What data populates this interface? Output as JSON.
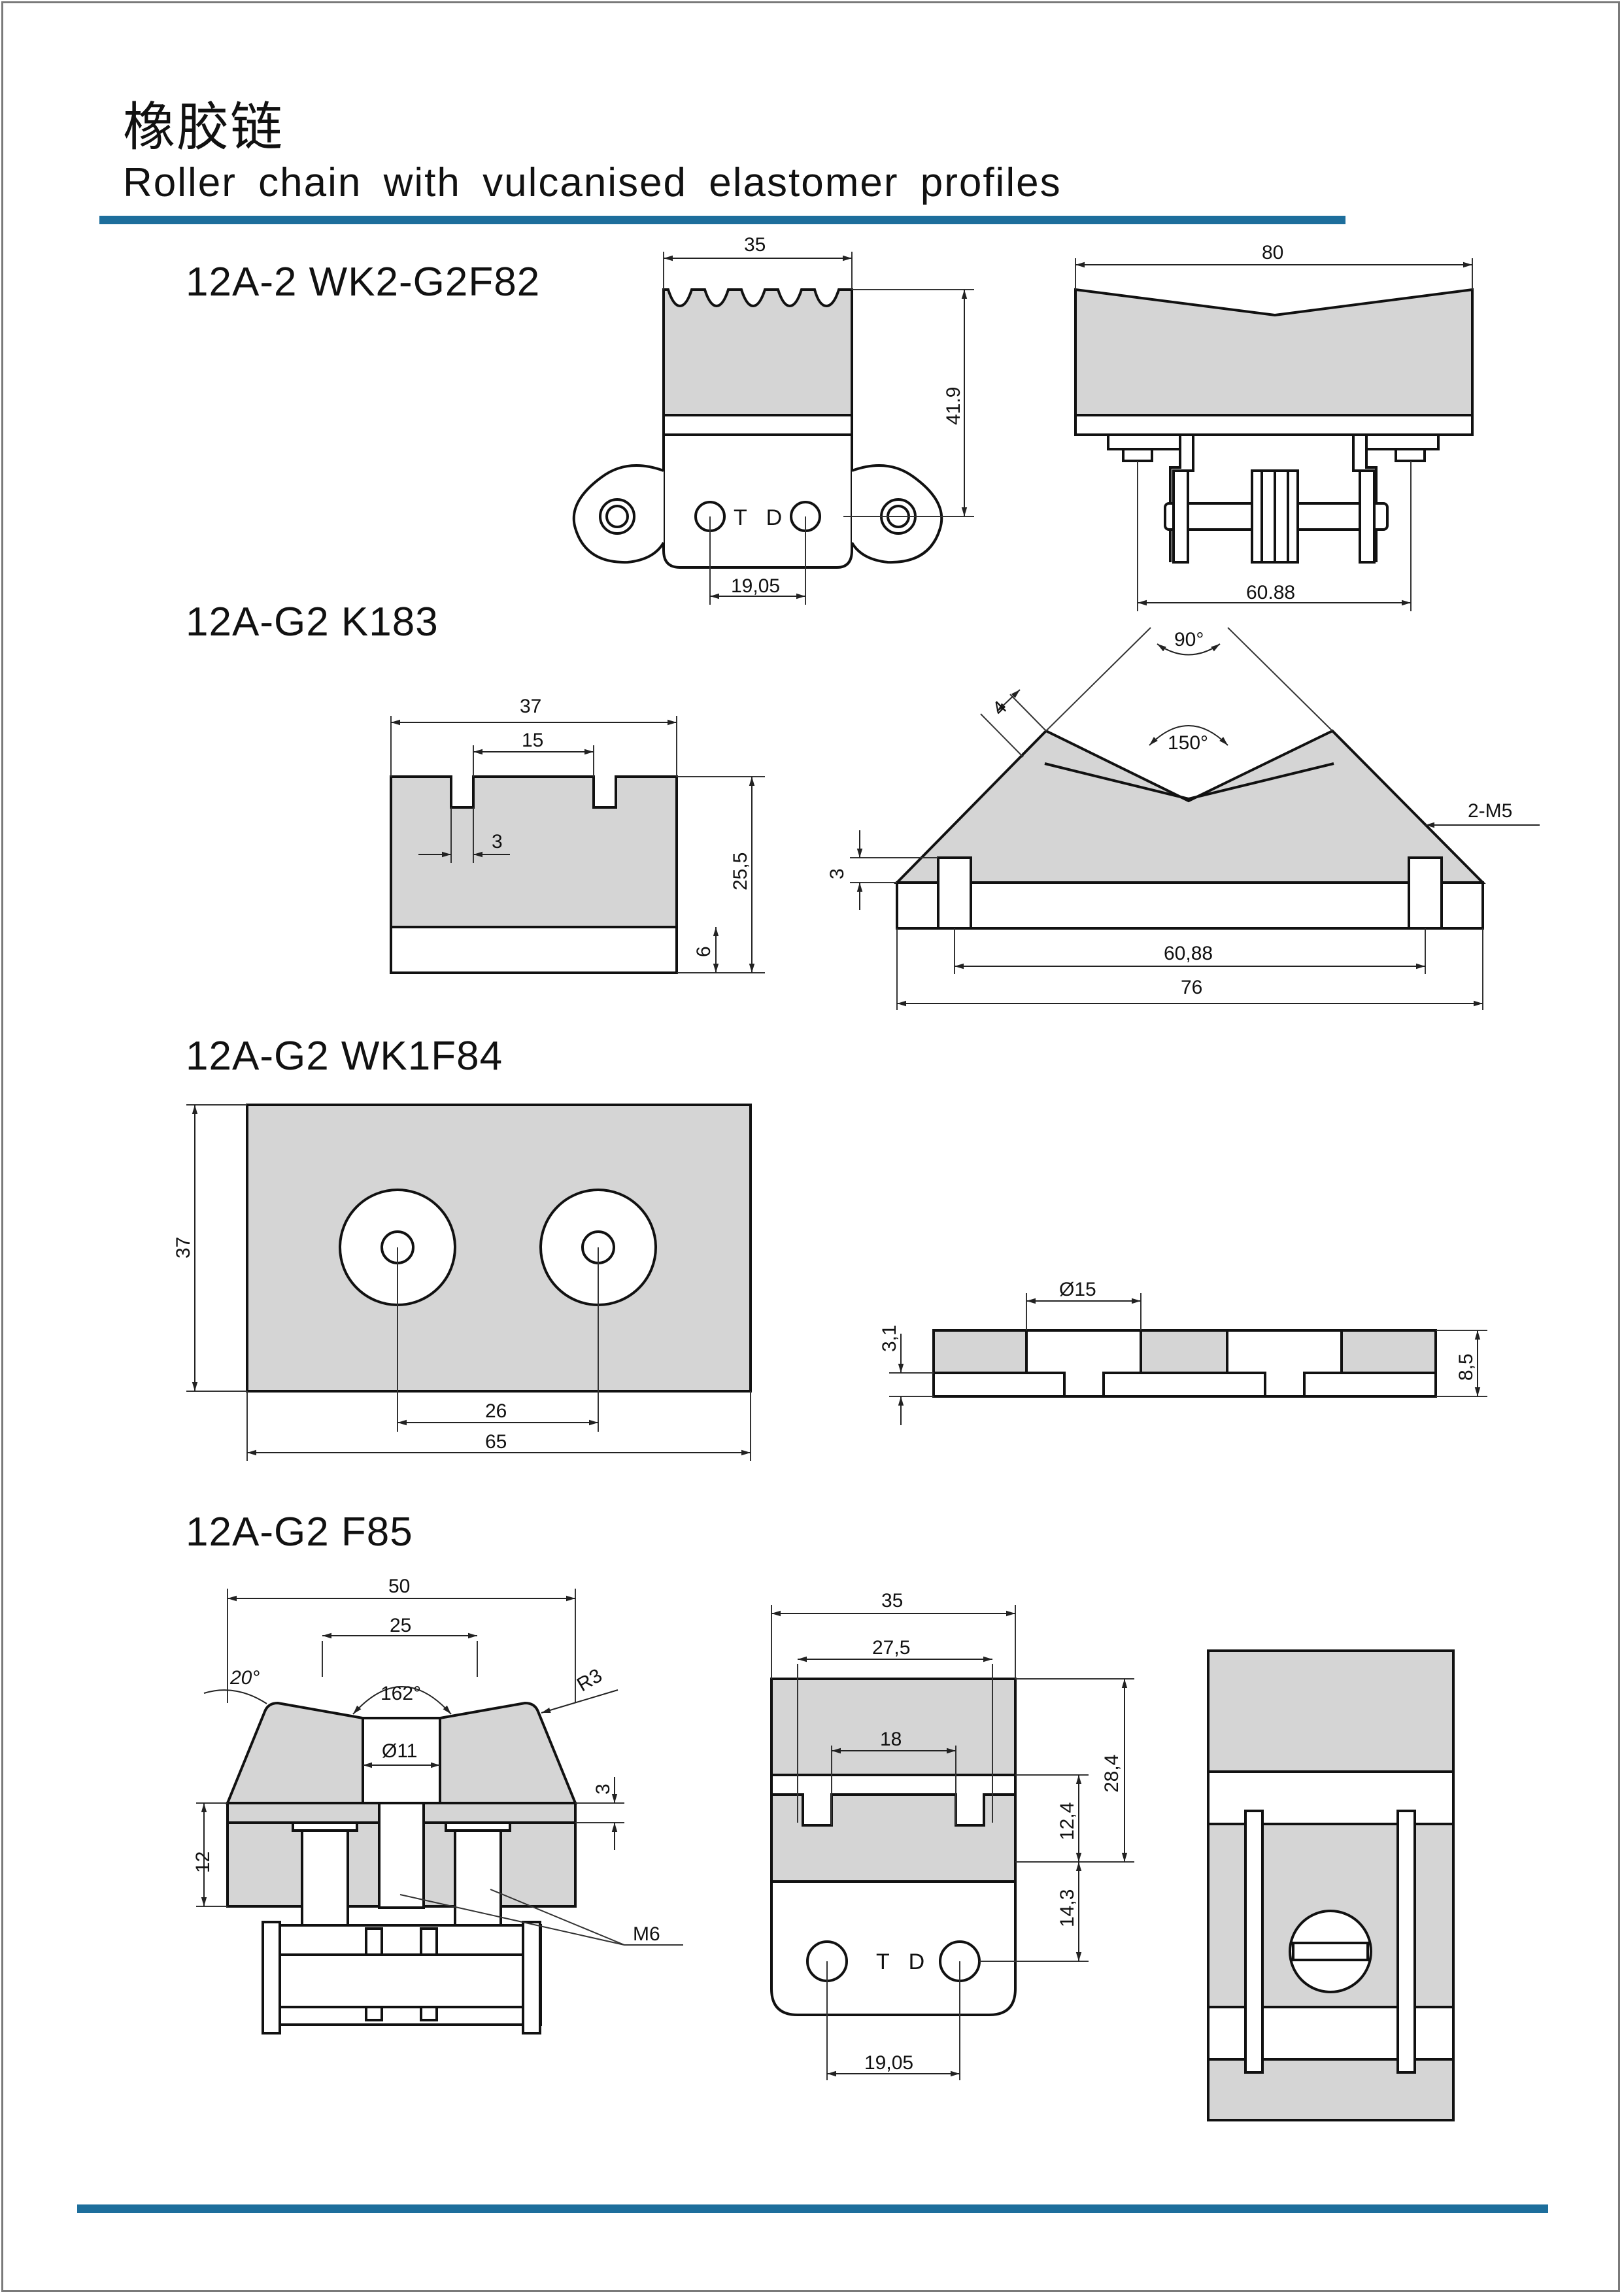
{
  "header": {
    "title_zh": "橡胶链",
    "title_en": "Roller chain with vulcanised elastomer profiles"
  },
  "sections": [
    {
      "title": "12A-2 WK2-G2F82",
      "dims": {
        "width_35": "35",
        "height_41_9": "41.9",
        "pitch": "19,05",
        "width_80": "80",
        "base_60_88": "60.88"
      },
      "mark": "T D"
    },
    {
      "title": "12A-G2 K183",
      "dims": {
        "width_37": "37",
        "slot_15": "15",
        "slot_3": "3",
        "height_25_5": "25,5",
        "base_6": "6",
        "angle_90": "90°",
        "angle_150": "150°",
        "thick_4": "4",
        "thread": "2-M5",
        "offset_3": "3",
        "base_60_88": "60,88",
        "width_76": "76"
      }
    },
    {
      "title": "12A-G2 WK1F84",
      "dims": {
        "height_37": "37",
        "spacing_26": "26",
        "width_65": "65",
        "diam_15": "Ø15",
        "depth_3_1": "3,1",
        "height_8_5": "8,5"
      }
    },
    {
      "title": "12A-G2 F85",
      "dims": {
        "width_50": "50",
        "width_25": "25",
        "angle_20": "20°",
        "angle_162": "162°",
        "radius": "R3",
        "diam_11": "Ø11",
        "offset_3": "3",
        "height_12": "12",
        "thread": "M6",
        "width_35": "35",
        "width_27_5": "27,5",
        "width_18": "18",
        "height_28_4": "28,4",
        "height_12_4": "12,4",
        "height_14_3": "14,3",
        "pitch": "19,05"
      },
      "mark": "T D"
    }
  ]
}
